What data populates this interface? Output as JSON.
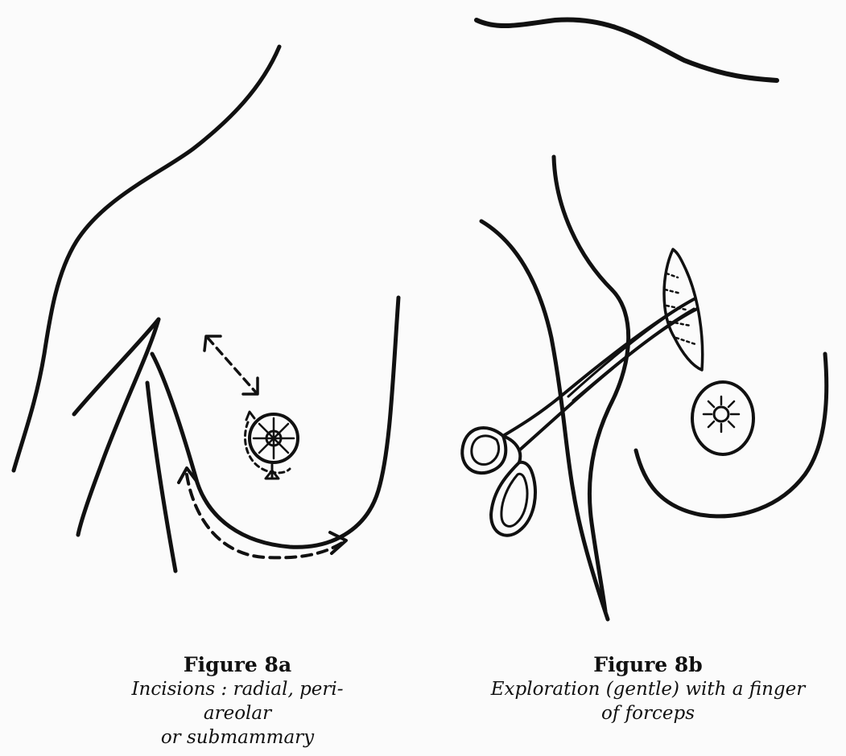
{
  "figures": [
    {
      "title": "Figure 8a",
      "description_lines": [
        "Incisions : radial, peri-areolar",
        "or submammary"
      ]
    },
    {
      "title": "Figure 8b",
      "description_lines": [
        "Exploration (gentle) with a finger",
        "of forceps"
      ]
    }
  ],
  "colors": {
    "ink": "#111111",
    "paper": "#fbfbfb"
  }
}
